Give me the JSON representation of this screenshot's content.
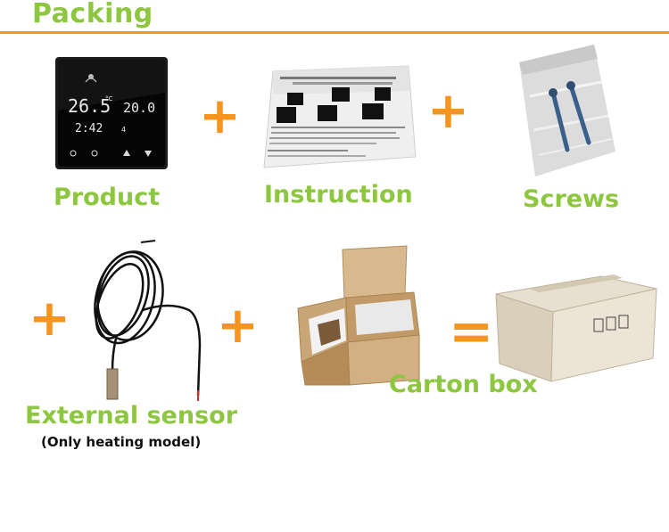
{
  "header": {
    "title": "Packing"
  },
  "items": {
    "product": {
      "label": "Product",
      "display": {
        "temp_current": "26.5",
        "temp_set": "20.0",
        "unit": "°C",
        "time": "2:42",
        "day": "4"
      }
    },
    "instruction": {
      "label": "Instruction"
    },
    "screws": {
      "label": "Screws"
    },
    "sensor": {
      "label": "External sensor",
      "note": "(Only heating model)"
    },
    "carton": {
      "label": "Carton box"
    }
  },
  "operators": {
    "plus": "+",
    "equals": "="
  },
  "colors": {
    "accent_green": "#8dc63f",
    "rule_orange": "#f7941d"
  }
}
